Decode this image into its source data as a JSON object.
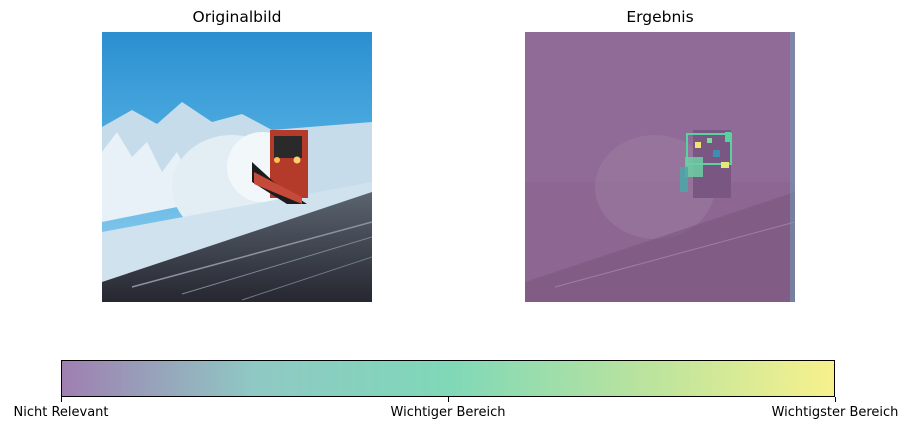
{
  "panels": [
    {
      "title": "Originalbild"
    },
    {
      "title": "Ergebnis"
    }
  ],
  "colorbar": {
    "colormap": [
      "#9f7fb1",
      "#8fc9c4",
      "#7fd8b8",
      "#b9e39e",
      "#f7f18d"
    ],
    "tick_labels": [
      "Nicht Relevant",
      "Wichtiger Bereich",
      "Wichtigster Bereich"
    ]
  },
  "colors": {
    "sky": "#4aa6dc",
    "snow": "#dceaf2",
    "road": "#3a3a44",
    "truck": "#b43a2a",
    "overlay": "#8a5f8c",
    "highlight": "#5ad2a0"
  }
}
